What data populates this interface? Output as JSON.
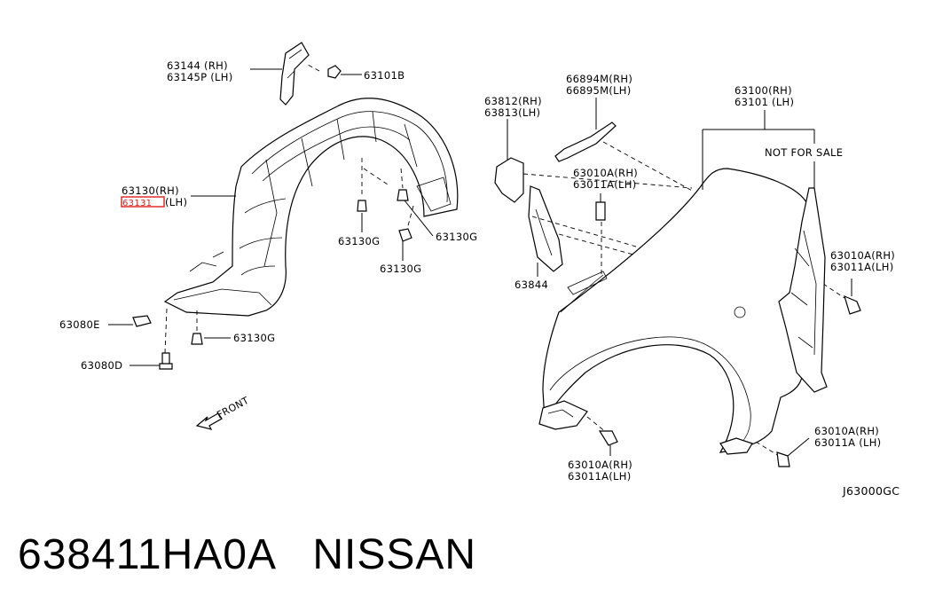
{
  "diagram": {
    "code": "J63000GC",
    "labels": {
      "p63144": "63144  (RH)",
      "p63145p": "63145P (LH)",
      "p63101b": "63101B",
      "p63130rh": "63130(RH)",
      "p63131lh": "63131",
      "p63131lh_suffix": "(LH)",
      "p63130g_a": "63130G",
      "p63130g_b": "63130G",
      "p63130g_c": "63130G",
      "p63130g_d": "63130G",
      "p63080e": "63080E",
      "p63080d": "63080D",
      "front": "FRONT",
      "p63812": "63812(RH)",
      "p63813": "63813(LH)",
      "p63844": "63844",
      "p66894m": "66894M(RH)",
      "p66895m": "66895M(LH)",
      "p63010a_1": "63010A(RH)",
      "p63011a_1": "63011A(LH)",
      "p63100": "63100(RH)",
      "p63101": "63101 (LH)",
      "not_for_sale": "NOT FOR SALE",
      "p63010a_2": "63010A(RH)",
      "p63011a_2": "63011A(LH)",
      "p63010a_3": "63010A(RH)",
      "p63011a_3": "63011A (LH)",
      "p63010a_4": "63010A(RH)",
      "p63011a_4": "63011A(LH)"
    },
    "highlight_color": "#e0201c"
  },
  "footer": {
    "part_number": "638411HA0A",
    "brand": "NISSAN"
  }
}
